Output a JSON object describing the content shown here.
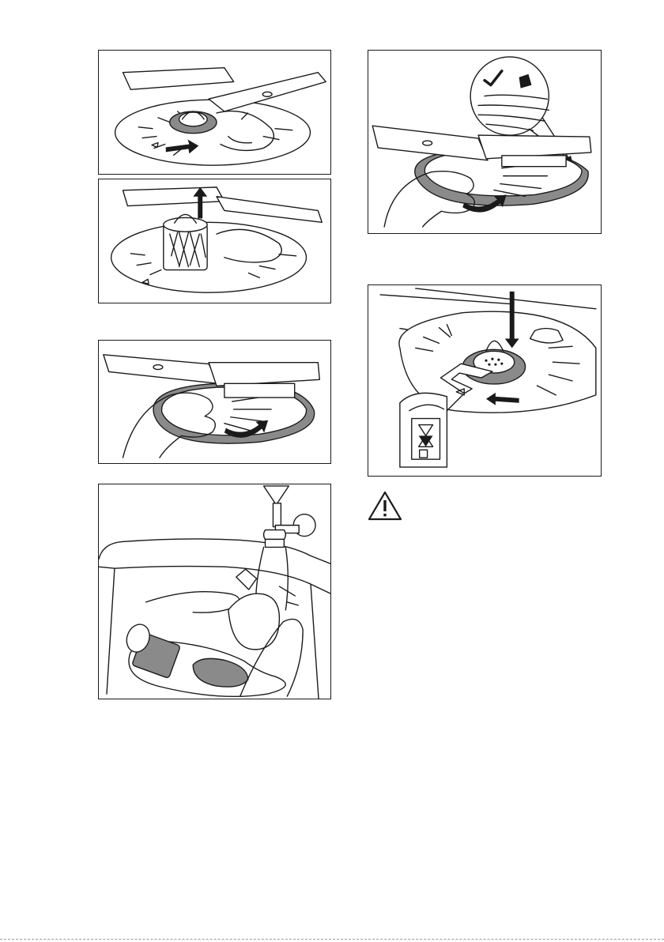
{
  "figures": [
    {
      "id": "remove-filter-turn",
      "icon": "filter-turn-illustration"
    },
    {
      "id": "lift-filter",
      "icon": "filter-lift-illustration"
    },
    {
      "id": "remove-flat-filter",
      "icon": "flat-filter-illustration"
    },
    {
      "id": "rinse-filters",
      "icon": "tap-rinse-illustration"
    },
    {
      "id": "install-flat-filter-check",
      "icon": "flat-filter-check-illustration"
    },
    {
      "id": "install-filter-lock",
      "icon": "filter-lock-illustration"
    }
  ],
  "warning": {
    "icon": "warning-triangle-icon"
  }
}
